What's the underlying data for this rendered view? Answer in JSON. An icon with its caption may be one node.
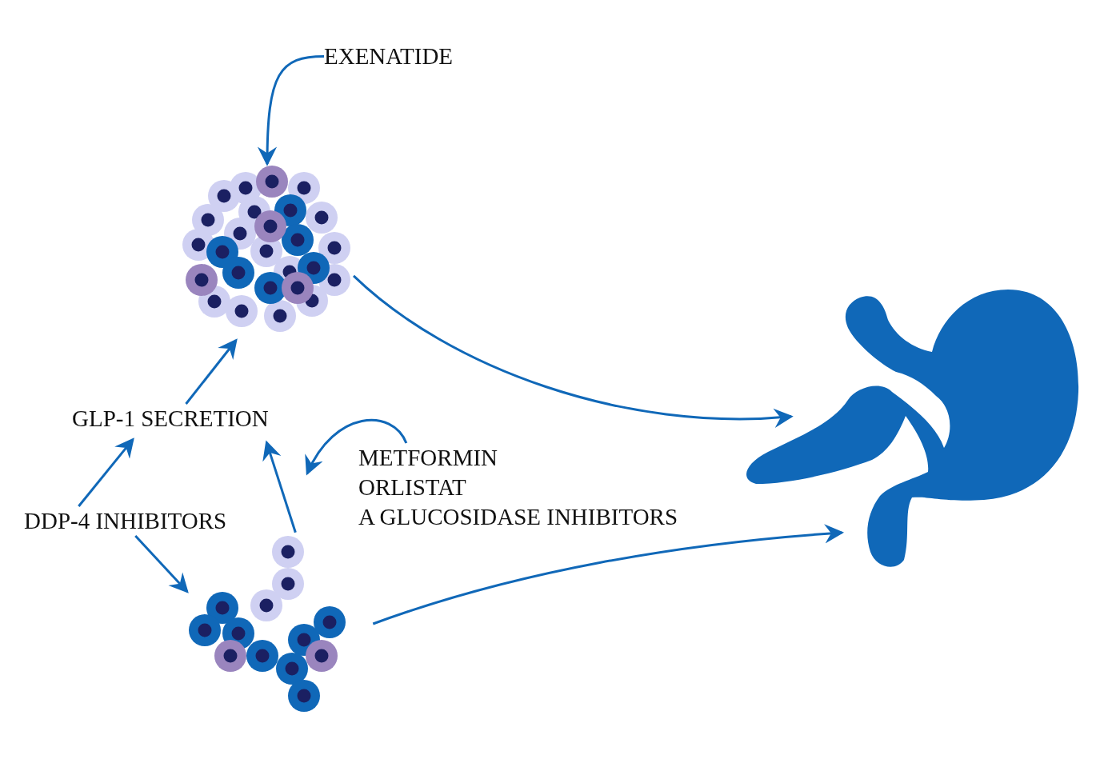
{
  "diagram": {
    "nodes": [
      {
        "text": [
          "EXENATIDE"
        ]
      },
      {
        "text": [],
        "shape": "picture"
      },
      {
        "text": [
          "GLP-1 SECRETION"
        ]
      },
      {
        "text": [
          "DDP-4 INHIBITORS"
        ]
      },
      {
        "text": [],
        "shape": "picture"
      },
      {
        "text": [
          "METFORMIN",
          "ORLISTAT",
          "A GLUCOSIDASE INHIBITORS"
        ]
      },
      {
        "text": [],
        "shape": "picture"
      }
    ],
    "edges": [
      {
        "from": 0,
        "to": 1,
        "arrow": "to"
      },
      {
        "from": 2,
        "to": 1,
        "arrow": "to"
      },
      {
        "from": 3,
        "to": 2,
        "arrow": "to"
      },
      {
        "from": 3,
        "to": 4,
        "arrow": "to"
      },
      {
        "from": 4,
        "to": 2,
        "arrow": "to"
      },
      {
        "from": 5,
        "to": null,
        "arrow": "to"
      },
      {
        "from": 1,
        "to": 6,
        "arrow": "to"
      },
      {
        "from": 4,
        "to": 6,
        "arrow": "to"
      }
    ]
  }
}
